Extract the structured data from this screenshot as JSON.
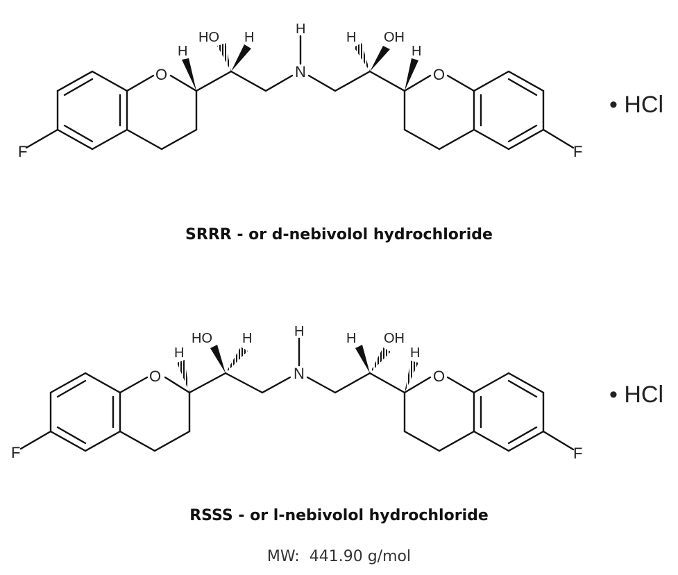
{
  "structures": [
    {
      "atoms": {
        "fluorine_left": "F",
        "oxygen_left": "O",
        "oxygen_right": "O",
        "fluorine_right": "F",
        "nitrogen": "N",
        "hydrogen_n": "H",
        "hydroxyl_left": "HO",
        "hydroxyl_right": "OH",
        "hydrogen_c2_left": "H",
        "hydrogen_c1_left": "H",
        "hydrogen_c1_right": "H",
        "hydrogen_c2_right": "H"
      },
      "salt": "• HCl",
      "caption": "SRRR - or d-nebivolol hydrochloride"
    },
    {
      "atoms": {
        "fluorine_left": "F",
        "oxygen_left": "O",
        "oxygen_right": "O",
        "fluorine_right": "F",
        "nitrogen": "N",
        "hydrogen_n": "H",
        "hydroxyl_left": "HO",
        "hydroxyl_right": "OH",
        "hydrogen_c2_left": "H",
        "hydrogen_c1_left": "H",
        "hydrogen_c1_right": "H",
        "hydrogen_c2_right": "H"
      },
      "salt": "• HCl",
      "caption": "RSSS - or l-nebivolol hydrochloride"
    }
  ],
  "molecular_weight": "MW:  441.90 g/mol"
}
